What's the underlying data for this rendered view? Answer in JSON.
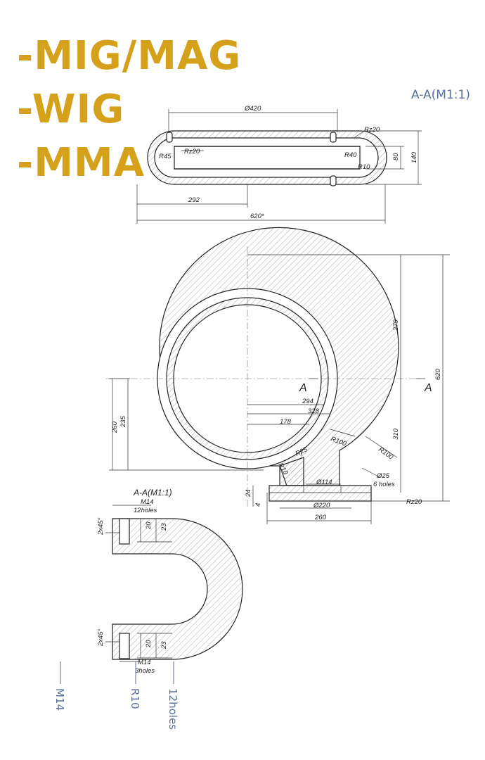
{
  "headline": {
    "line1": "-MIG/MAG",
    "line2": "-WIG",
    "line3": "-MMA"
  },
  "section_title": "A-A(M1:1)",
  "drawing": {
    "top_view": {
      "dia_outer": "Ø420",
      "rz_top": "Rz20",
      "rz_inner": "Rz20",
      "r_left": "R45",
      "r_right": "R40",
      "r_right2": "R10",
      "h_80": "80",
      "h_140": "140",
      "w_292": "292",
      "w_620": "620*"
    },
    "main_view": {
      "h_279": "279",
      "h_620": "620",
      "h_310": "310",
      "h_260": "260",
      "h_235": "235",
      "d_294": "294",
      "d_328": "328",
      "d_178": "178",
      "r100a": "R100",
      "r100b": "R100",
      "r25": "R25",
      "r10": "R10",
      "d114": "Ø114",
      "d25": "Ø25",
      "holes6": "6 holes",
      "h24": "24",
      "h4": "4",
      "d220": "Ø220",
      "w260": "260",
      "rz20": "Rz20",
      "sec_a_left": "A",
      "sec_a_right": "A"
    },
    "section_view": {
      "title": "A-A(M1:1)",
      "m14_top": "M14",
      "holes12": "12holes",
      "c2x45_top": "2x45°",
      "d20_top": "20",
      "d23_top": "23",
      "c2x45_bot": "2x45°",
      "d20_bot": "20",
      "d23_bot": "23",
      "m14_bot": "M14",
      "holes3": "3holes"
    }
  },
  "callouts": [
    "M14",
    "R10",
    "12holes"
  ]
}
